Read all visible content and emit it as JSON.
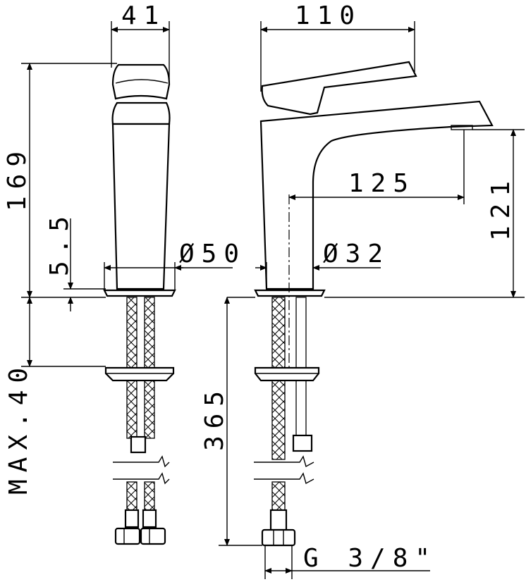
{
  "dimensions": {
    "width_41": "41",
    "width_110": "110",
    "height_169": "169",
    "reach_125": "125",
    "height_121": "121",
    "base_dia_50": "Ø50",
    "hole_dia_32": "Ø32",
    "base_5_5": "5.5",
    "max_40": "MAX.40",
    "hose_365": "365",
    "thread": "G 3/8\""
  }
}
